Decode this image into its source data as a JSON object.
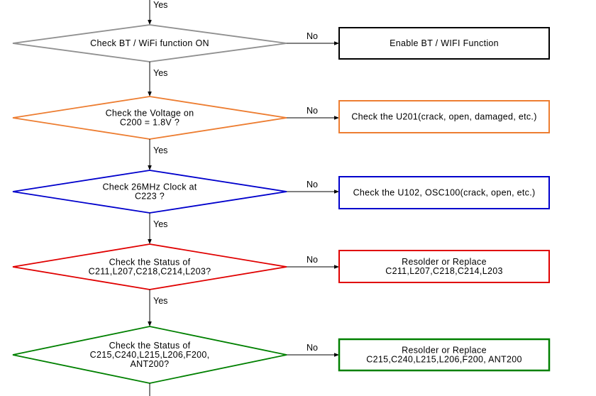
{
  "labels": {
    "yes": "Yes",
    "no": "No"
  },
  "steps": [
    {
      "decision": [
        "Check  BT  /  WiFi  function  ON"
      ],
      "decision_color": "#909090",
      "action": [
        "Enable  BT  /  WIFI  Function"
      ],
      "action_color": "#000000"
    },
    {
      "decision": [
        "Check  the  Voltage  on",
        "C200  =  1.8V  ?"
      ],
      "decision_color": "#ED7D31",
      "action": [
        "Check  the  U201(crack,  open,  damaged,  etc.)"
      ],
      "action_color": "#ED7D31"
    },
    {
      "decision": [
        "Check  26MHz  Clock  at",
        "C223  ?"
      ],
      "decision_color": "#0000CC",
      "action": [
        "Check  the  U102,  OSC100(crack,  open,  etc.)"
      ],
      "action_color": "#0000CC"
    },
    {
      "decision": [
        "Check  the  Status  of",
        "C211,L207,C218,C214,L203?"
      ],
      "decision_color": "#E00000",
      "action": [
        "Resolder  or  Replace",
        "C211,L207,C218,C214,L203"
      ],
      "action_color": "#E00000"
    },
    {
      "decision": [
        "Check  the  Status  of",
        "C215,C240,L215,L206,F200,",
        "ANT200?"
      ],
      "decision_color": "#008000",
      "action": [
        "Resolder  or  Replace",
        "C215,C240,L215,L206,F200,  ANT200"
      ],
      "action_color": "#008000"
    }
  ]
}
